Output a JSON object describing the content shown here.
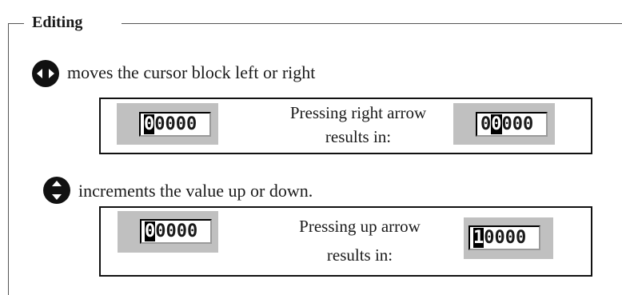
{
  "section": {
    "title": "Editing"
  },
  "left_right": {
    "description": "moves the cursor block left or right",
    "example": {
      "before": {
        "cursor_digit": "0",
        "rest": "0000"
      },
      "caption_line1": "Pressing right arrow",
      "caption_line2": "results in:",
      "after": {
        "prefix": "0",
        "cursor_digit": "0",
        "rest": "000"
      }
    }
  },
  "up_down": {
    "description": "increments the value up or down.",
    "example": {
      "before": {
        "cursor_digit": "0",
        "rest": "0000"
      },
      "caption_line1": "Pressing up arrow",
      "caption_line2": "results in:",
      "after": {
        "cursor_digit": "1",
        "rest": "0000"
      }
    }
  },
  "icons": {
    "left_right": "left-right-arrows-icon",
    "up_down": "up-down-arrows-icon"
  },
  "colors": {
    "lcd_background": "#c0c0c0",
    "icon_fill": "#111111"
  }
}
